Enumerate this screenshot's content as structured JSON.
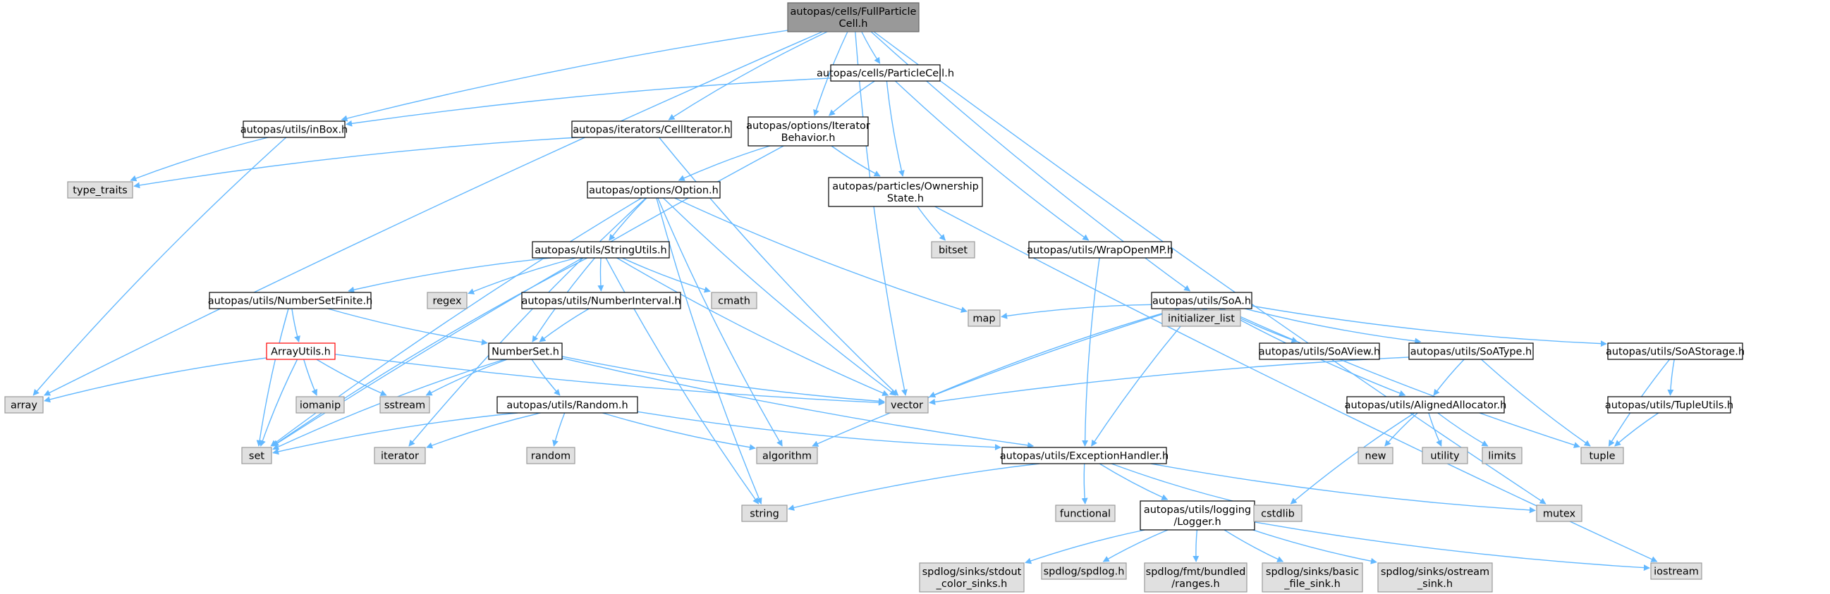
{
  "colors": {
    "edge": "#63b8ff",
    "root_fill": "#999999",
    "root_stroke": "#666666",
    "file_fill": "#ffffff",
    "file_stroke": "#000000",
    "system_fill": "#e0e0e0",
    "system_stroke": "#999999",
    "highlight_stroke": "#ff0000"
  },
  "graph": {
    "nodes": [
      {
        "id": "fullparticlecell",
        "kind": "root",
        "lines": [
          "autopas/cells/FullParticle",
          "Cell.h"
        ]
      },
      {
        "id": "particlecell",
        "kind": "file",
        "lines": [
          "autopas/cells/ParticleCell.h"
        ]
      },
      {
        "id": "inbox",
        "kind": "file",
        "lines": [
          "autopas/utils/inBox.h"
        ]
      },
      {
        "id": "celliterator",
        "kind": "file",
        "lines": [
          "autopas/iterators/CellIterator.h"
        ]
      },
      {
        "id": "iteratorbehavior",
        "kind": "file",
        "lines": [
          "autopas/options/Iterator",
          "Behavior.h"
        ]
      },
      {
        "id": "type_traits",
        "kind": "system",
        "lines": [
          "type_traits"
        ]
      },
      {
        "id": "ownershipstate",
        "kind": "file",
        "lines": [
          "autopas/particles/Ownership",
          "State.h"
        ]
      },
      {
        "id": "option",
        "kind": "file",
        "lines": [
          "autopas/options/Option.h"
        ]
      },
      {
        "id": "bitset",
        "kind": "system",
        "lines": [
          "bitset"
        ]
      },
      {
        "id": "wrapopenmp",
        "kind": "file",
        "lines": [
          "autopas/utils/WrapOpenMP.h"
        ]
      },
      {
        "id": "stringutils",
        "kind": "file",
        "lines": [
          "autopas/utils/StringUtils.h"
        ]
      },
      {
        "id": "numbersetfinite",
        "kind": "file",
        "lines": [
          "autopas/utils/NumberSetFinite.h"
        ]
      },
      {
        "id": "regex",
        "kind": "system",
        "lines": [
          "regex"
        ]
      },
      {
        "id": "numberinterval",
        "kind": "file",
        "lines": [
          "autopas/utils/NumberInterval.h"
        ]
      },
      {
        "id": "cmath",
        "kind": "system",
        "lines": [
          "cmath"
        ]
      },
      {
        "id": "soa",
        "kind": "file",
        "lines": [
          "autopas/utils/SoA.h"
        ]
      },
      {
        "id": "arrayutils",
        "kind": "highlight",
        "lines": [
          "ArrayUtils.h"
        ]
      },
      {
        "id": "numberset",
        "kind": "file",
        "lines": [
          "NumberSet.h"
        ]
      },
      {
        "id": "map",
        "kind": "system",
        "lines": [
          "map"
        ]
      },
      {
        "id": "initializer_list",
        "kind": "system",
        "lines": [
          "initializer_list"
        ]
      },
      {
        "id": "soaview",
        "kind": "file",
        "lines": [
          "autopas/utils/SoAView.h"
        ]
      },
      {
        "id": "soatype",
        "kind": "file",
        "lines": [
          "autopas/utils/SoAType.h"
        ]
      },
      {
        "id": "soastorage",
        "kind": "file",
        "lines": [
          "autopas/utils/SoAStorage.h"
        ]
      },
      {
        "id": "array",
        "kind": "system",
        "lines": [
          "array"
        ]
      },
      {
        "id": "iomanip",
        "kind": "system",
        "lines": [
          "iomanip"
        ]
      },
      {
        "id": "sstream",
        "kind": "system",
        "lines": [
          "sstream"
        ]
      },
      {
        "id": "vector",
        "kind": "system",
        "lines": [
          "vector"
        ]
      },
      {
        "id": "alignedallocator",
        "kind": "file",
        "lines": [
          "autopas/utils/AlignedAllocator.h"
        ]
      },
      {
        "id": "tupleutils",
        "kind": "file",
        "lines": [
          "autopas/utils/TupleUtils.h"
        ]
      },
      {
        "id": "random_h",
        "kind": "file",
        "lines": [
          "autopas/utils/Random.h"
        ]
      },
      {
        "id": "set",
        "kind": "system",
        "lines": [
          "set"
        ]
      },
      {
        "id": "iterator",
        "kind": "system",
        "lines": [
          "iterator"
        ]
      },
      {
        "id": "random",
        "kind": "system",
        "lines": [
          "random"
        ]
      },
      {
        "id": "algorithm",
        "kind": "system",
        "lines": [
          "algorithm"
        ]
      },
      {
        "id": "exceptionhandler",
        "kind": "file",
        "lines": [
          "autopas/utils/ExceptionHandler.h"
        ]
      },
      {
        "id": "new",
        "kind": "system",
        "lines": [
          "new"
        ]
      },
      {
        "id": "utility",
        "kind": "system",
        "lines": [
          "utility"
        ]
      },
      {
        "id": "limits",
        "kind": "system",
        "lines": [
          "limits"
        ]
      },
      {
        "id": "tuple",
        "kind": "system",
        "lines": [
          "tuple"
        ]
      },
      {
        "id": "functional",
        "kind": "system",
        "lines": [
          "functional"
        ]
      },
      {
        "id": "logger",
        "kind": "file",
        "lines": [
          "autopas/utils/logging",
          "/Logger.h"
        ]
      },
      {
        "id": "cstdlib",
        "kind": "system",
        "lines": [
          "cstdlib"
        ]
      },
      {
        "id": "mutex",
        "kind": "system",
        "lines": [
          "mutex"
        ]
      },
      {
        "id": "string",
        "kind": "system",
        "lines": [
          "string"
        ]
      },
      {
        "id": "stdout_color_sinks",
        "kind": "system",
        "lines": [
          "spdlog/sinks/stdout",
          "_color_sinks.h"
        ]
      },
      {
        "id": "spdlog",
        "kind": "system",
        "lines": [
          "spdlog/spdlog.h"
        ]
      },
      {
        "id": "ranges",
        "kind": "system",
        "lines": [
          "spdlog/fmt/bundled",
          "/ranges.h"
        ]
      },
      {
        "id": "basic_file_sink",
        "kind": "system",
        "lines": [
          "spdlog/sinks/basic",
          "_file_sink.h"
        ]
      },
      {
        "id": "ostream_sink",
        "kind": "system",
        "lines": [
          "spdlog/sinks/ostream",
          "_sink.h"
        ]
      },
      {
        "id": "iostream",
        "kind": "system",
        "lines": [
          "iostream"
        ]
      }
    ],
    "edges": [
      [
        "fullparticlecell",
        "array"
      ],
      [
        "fullparticlecell",
        "inbox"
      ],
      [
        "fullparticlecell",
        "celliterator"
      ],
      [
        "fullparticlecell",
        "iteratorbehavior"
      ],
      [
        "fullparticlecell",
        "particlecell"
      ],
      [
        "fullparticlecell",
        "vector"
      ],
      [
        "fullparticlecell",
        "soa"
      ],
      [
        "fullparticlecell",
        "mutex"
      ],
      [
        "particlecell",
        "inbox"
      ],
      [
        "particlecell",
        "iteratorbehavior"
      ],
      [
        "particlecell",
        "ownershipstate"
      ],
      [
        "particlecell",
        "wrapopenmp"
      ],
      [
        "inbox",
        "type_traits"
      ],
      [
        "inbox",
        "array"
      ],
      [
        "celliterator",
        "type_traits"
      ],
      [
        "celliterator",
        "vector"
      ],
      [
        "iteratorbehavior",
        "option"
      ],
      [
        "iteratorbehavior",
        "ownershipstate"
      ],
      [
        "iteratorbehavior",
        "set"
      ],
      [
        "ownershipstate",
        "bitset"
      ],
      [
        "ownershipstate",
        "iostream"
      ],
      [
        "option",
        "stringutils"
      ],
      [
        "option",
        "map"
      ],
      [
        "option",
        "vector"
      ],
      [
        "option",
        "algorithm"
      ],
      [
        "option",
        "set"
      ],
      [
        "option",
        "iterator"
      ],
      [
        "option",
        "string"
      ],
      [
        "wrapopenmp",
        "exceptionhandler"
      ],
      [
        "stringutils",
        "numbersetfinite"
      ],
      [
        "stringutils",
        "numberinterval"
      ],
      [
        "stringutils",
        "numberset"
      ],
      [
        "stringutils",
        "regex"
      ],
      [
        "stringutils",
        "cmath"
      ],
      [
        "stringutils",
        "vector"
      ],
      [
        "stringutils",
        "set"
      ],
      [
        "stringutils",
        "string"
      ],
      [
        "numbersetfinite",
        "arrayutils"
      ],
      [
        "numbersetfinite",
        "numberset"
      ],
      [
        "numbersetfinite",
        "set"
      ],
      [
        "numberinterval",
        "numberset"
      ],
      [
        "arrayutils",
        "array"
      ],
      [
        "arrayutils",
        "iomanip"
      ],
      [
        "arrayutils",
        "sstream"
      ],
      [
        "arrayutils",
        "set"
      ],
      [
        "arrayutils",
        "vector"
      ],
      [
        "numberset",
        "random_h"
      ],
      [
        "numberset",
        "set"
      ],
      [
        "numberset",
        "sstream"
      ],
      [
        "numberset",
        "vector"
      ],
      [
        "numberset",
        "exceptionhandler"
      ],
      [
        "random_h",
        "set"
      ],
      [
        "random_h",
        "iterator"
      ],
      [
        "random_h",
        "random"
      ],
      [
        "random_h",
        "algorithm"
      ],
      [
        "random_h",
        "exceptionhandler"
      ],
      [
        "soa",
        "map"
      ],
      [
        "soa",
        "initializer_list"
      ],
      [
        "soa",
        "soaview"
      ],
      [
        "soa",
        "soatype"
      ],
      [
        "soa",
        "soastorage"
      ],
      [
        "soa",
        "vector"
      ],
      [
        "soa",
        "algorithm"
      ],
      [
        "soa",
        "exceptionhandler"
      ],
      [
        "soa",
        "alignedallocator"
      ],
      [
        "soa",
        "tuple"
      ],
      [
        "soatype",
        "vector"
      ],
      [
        "soatype",
        "alignedallocator"
      ],
      [
        "soatype",
        "tuple"
      ],
      [
        "soastorage",
        "tupleutils"
      ],
      [
        "soastorage",
        "tuple"
      ],
      [
        "tupleutils",
        "tuple"
      ],
      [
        "alignedallocator",
        "new"
      ],
      [
        "alignedallocator",
        "utility"
      ],
      [
        "alignedallocator",
        "limits"
      ],
      [
        "alignedallocator",
        "cstdlib"
      ],
      [
        "exceptionhandler",
        "functional"
      ],
      [
        "exceptionhandler",
        "logger"
      ],
      [
        "exceptionhandler",
        "cstdlib"
      ],
      [
        "exceptionhandler",
        "mutex"
      ],
      [
        "exceptionhandler",
        "string"
      ],
      [
        "logger",
        "stdout_color_sinks"
      ],
      [
        "logger",
        "spdlog"
      ],
      [
        "logger",
        "ranges"
      ],
      [
        "logger",
        "basic_file_sink"
      ],
      [
        "logger",
        "ostream_sink"
      ],
      [
        "logger",
        "iostream"
      ]
    ]
  }
}
